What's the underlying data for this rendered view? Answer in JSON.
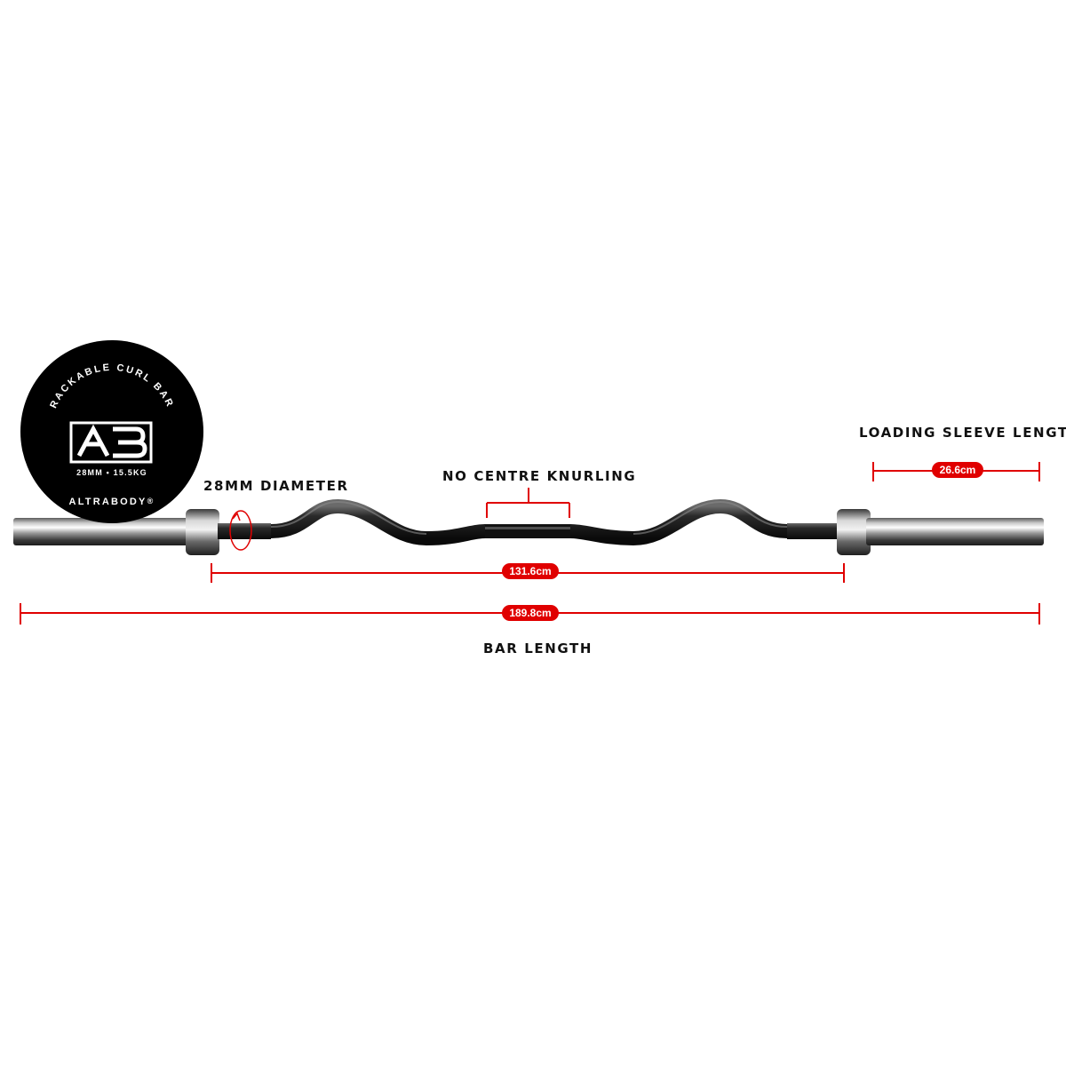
{
  "badge": {
    "arc_title": "RACKABLE CURL BAR",
    "logo": "AB",
    "spec": "28MM • 15.5KG",
    "brand": "ALTRABODY",
    "registered": "®"
  },
  "labels": {
    "diameter": "28MM DIAMETER",
    "centre": "NO CENTRE KNURLING",
    "sleeve": "LOADING SLEEVE LENGTH",
    "bar_length": "BAR LENGTH"
  },
  "measurements": {
    "sleeve": "26.6cm",
    "inner": "131.6cm",
    "total": "189.8cm"
  },
  "colors": {
    "accent": "#e00000",
    "badge": "#000000",
    "text": "#111111"
  }
}
